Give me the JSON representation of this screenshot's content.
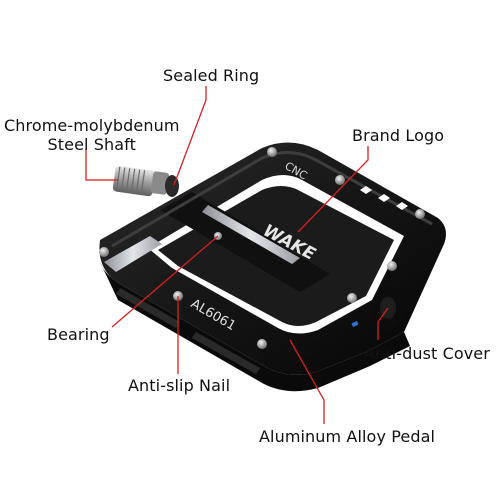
{
  "labels": {
    "sealed_ring": "Sealed Ring",
    "shaft_line1": "Chrome-molybdenum",
    "shaft_line2": "Steel Shaft",
    "brand_logo": "Brand Logo",
    "bearing": "Bearing",
    "anti_dust_cover": "Anti-dust Cover",
    "anti_slip_nail": "Anti-slip Nail",
    "aluminum_alloy_pedal": "Aluminum Alloy Pedal"
  },
  "pedal_markings": {
    "cnc": "CNC",
    "brand": "WAKE",
    "material": "AL6061"
  },
  "colors": {
    "leader_line": "#d42020",
    "pedal_body": "#141414",
    "pedal_highlight": "#3a3a3a",
    "silver_inlay": "#c9ccd0",
    "shaft": "#b9b9b9",
    "label_text": "#111111"
  }
}
